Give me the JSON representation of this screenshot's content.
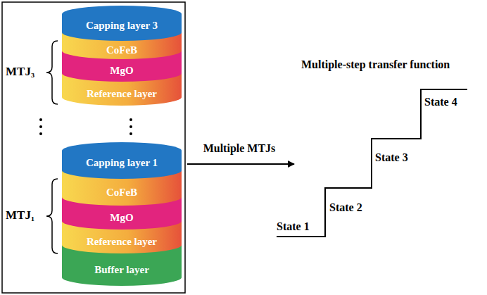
{
  "diagram": {
    "nodes": [
      {
        "text": [
          "Capping layer 3"
        ]
      },
      {
        "text": [
          "CoFeB"
        ]
      },
      {
        "text": [
          "MgO"
        ]
      },
      {
        "text": [
          "Reference layer"
        ]
      },
      {
        "text": [
          "Capping layer 1"
        ]
      },
      {
        "text": [
          "CoFeB"
        ]
      },
      {
        "text": [
          "MgO"
        ]
      },
      {
        "text": [
          "Reference layer"
        ]
      },
      {
        "text": [
          "Buffer layer"
        ]
      }
    ],
    "edges": [],
    "labels": [
      "MTJ₃",
      "MTJ₁",
      "Multiple MTJs",
      "Multiple-step transfer function",
      "State 1",
      "State 2",
      "State 3",
      "State 4"
    ]
  }
}
